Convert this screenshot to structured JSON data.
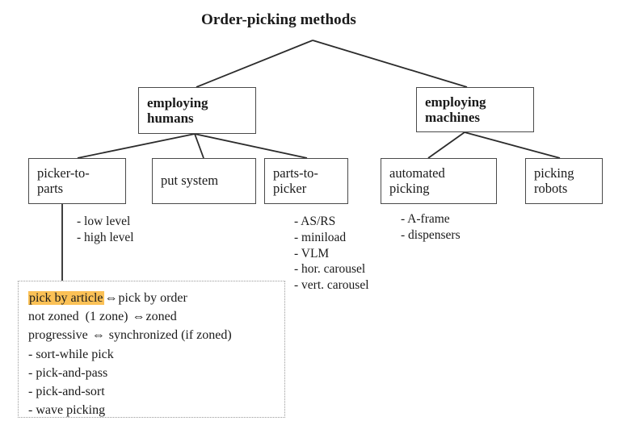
{
  "diagram": {
    "title": "Order-picking methods",
    "level1": [
      {
        "id": "employing-humans",
        "lines": [
          "employing",
          "humans"
        ]
      },
      {
        "id": "employing-machines",
        "lines": [
          "employing",
          "machines"
        ]
      }
    ],
    "level2": [
      {
        "id": "picker-to-parts",
        "lines": [
          "picker-to-",
          "parts"
        ]
      },
      {
        "id": "put-system",
        "lines": [
          "put system"
        ]
      },
      {
        "id": "parts-to-picker",
        "lines": [
          "parts-to-",
          "picker"
        ]
      },
      {
        "id": "automated-picking",
        "lines": [
          "automated",
          "picking"
        ]
      },
      {
        "id": "picking-robots",
        "lines": [
          "picking",
          "robots"
        ]
      }
    ],
    "bullet_groups": [
      {
        "id": "picker-to-parts-bullets",
        "items": [
          "- low level",
          "- high level"
        ]
      },
      {
        "id": "parts-to-picker-bullets",
        "items": [
          "- AS/RS",
          "- miniload",
          "- VLM",
          "- hor. carousel",
          "- vert. carousel"
        ]
      },
      {
        "id": "automated-picking-bullets",
        "items": [
          "- A-frame",
          "- dispensers"
        ]
      }
    ],
    "detail_box": {
      "id": "picker-to-parts-detail",
      "rows": [
        {
          "highlighted": "pick by article",
          "arrow": "⇔",
          "rest": "pick by order"
        },
        {
          "highlighted": "",
          "pre": "not zoned  (1 zone) ",
          "arrow": "⇔",
          "rest": "zoned"
        },
        {
          "highlighted": "",
          "pre": "progressive ",
          "arrow": "⇔",
          "rest": " synchronized (if zoned)"
        }
      ],
      "bullets": [
        "- sort-while pick",
        "- pick-and-pass",
        "- pick-and-sort",
        "- wave picking"
      ],
      "highlight_color": "#fbc156"
    }
  }
}
